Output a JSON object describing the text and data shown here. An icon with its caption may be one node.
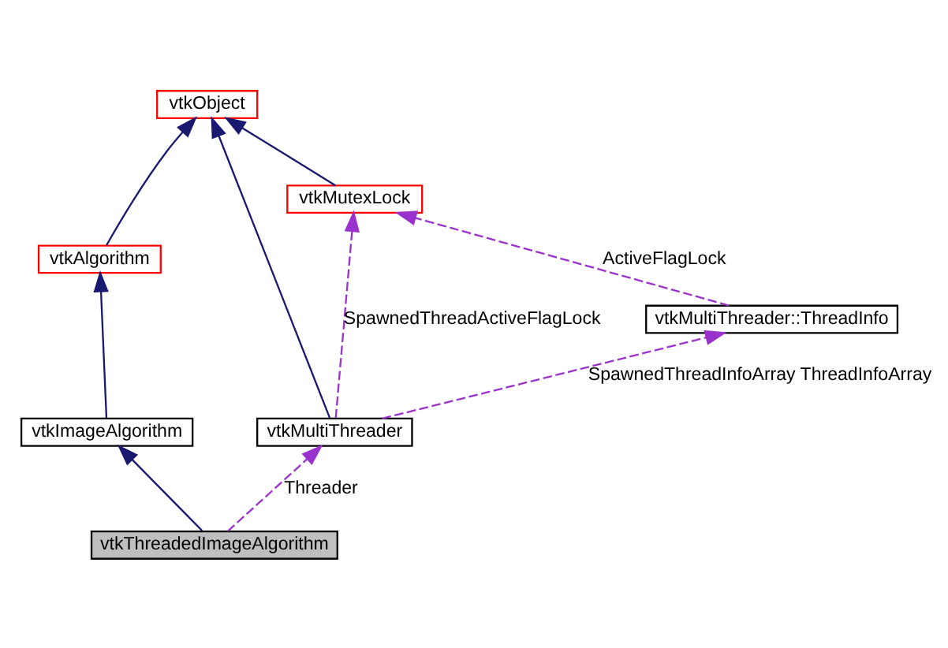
{
  "diagram": {
    "nodes": [
      {
        "text": [
          "vtkObject"
        ]
      },
      {
        "text": [
          "vtkAlgorithm"
        ]
      },
      {
        "text": [
          "vtkMutexLock"
        ]
      },
      {
        "text": [
          "vtkMultiThreader::ThreadInfo"
        ]
      },
      {
        "text": [
          "vtkImageAlgorithm"
        ]
      },
      {
        "text": [
          "vtkMultiThreader"
        ]
      },
      {
        "text": [
          "vtkThreadedImageAlgorithm"
        ]
      }
    ],
    "edges": [
      {
        "from": 1,
        "to": 0,
        "arrow": "to"
      },
      {
        "from": 2,
        "to": 0,
        "arrow": "to"
      },
      {
        "from": 5,
        "to": 0,
        "arrow": "to"
      },
      {
        "from": 4,
        "to": 1,
        "arrow": "to"
      },
      {
        "from": 3,
        "to": 2,
        "arrow": "to",
        "label": "ActiveFlagLock",
        "style": "dashed",
        "color": "#9a32cd"
      },
      {
        "from": 5,
        "to": 2,
        "arrow": "to",
        "label": "SpawnedThreadActiveFlagLock",
        "style": "dashed",
        "color": "#9a32cd"
      },
      {
        "from": 5,
        "to": 3,
        "arrow": "to",
        "label": "SpawnedThreadInfoArray ThreadInfoArray",
        "style": "dashed",
        "color": "#9a32cd"
      },
      {
        "from": 6,
        "to": 4,
        "arrow": "to"
      },
      {
        "from": 6,
        "to": 5,
        "arrow": "to",
        "label": "Threader",
        "style": "dashed",
        "color": "#9a32cd"
      }
    ]
  }
}
